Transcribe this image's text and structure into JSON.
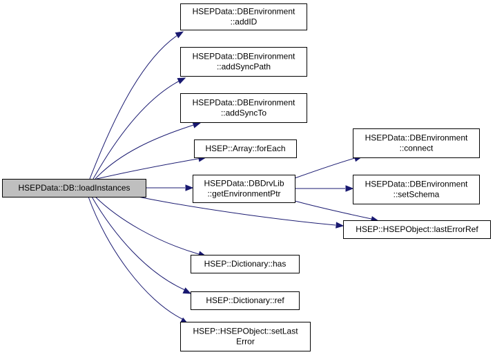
{
  "graph": {
    "root": {
      "label": "HSEPData::DB::loadInstances",
      "fill": "#bfbfbf"
    },
    "nodes": [
      {
        "id": "addID",
        "lines": [
          "HSEPData::DBEnvironment",
          "::addID"
        ]
      },
      {
        "id": "addSyncPath",
        "lines": [
          "HSEPData::DBEnvironment",
          "::addSyncPath"
        ]
      },
      {
        "id": "addSyncTo",
        "lines": [
          "HSEPData::DBEnvironment",
          "::addSyncTo"
        ]
      },
      {
        "id": "forEach",
        "lines": [
          "HSEP::Array::forEach"
        ]
      },
      {
        "id": "getEnvironmentPtr",
        "lines": [
          "HSEPData::DBDrvLib",
          "::getEnvironmentPtr"
        ]
      },
      {
        "id": "connect",
        "lines": [
          "HSEPData::DBEnvironment",
          "::connect"
        ]
      },
      {
        "id": "setSchema",
        "lines": [
          "HSEPData::DBEnvironment",
          "::setSchema"
        ]
      },
      {
        "id": "lastErrorRef",
        "lines": [
          "HSEP::HSEPObject::lastErrorRef"
        ]
      },
      {
        "id": "has",
        "lines": [
          "HSEP::Dictionary::has"
        ]
      },
      {
        "id": "ref",
        "lines": [
          "HSEP::Dictionary::ref"
        ]
      },
      {
        "id": "setLastError",
        "lines": [
          "HSEP::HSEPObject::setLast",
          "Error"
        ]
      }
    ],
    "edges": [
      {
        "from": "root",
        "to": "addID"
      },
      {
        "from": "root",
        "to": "addSyncPath"
      },
      {
        "from": "root",
        "to": "addSyncTo"
      },
      {
        "from": "root",
        "to": "forEach"
      },
      {
        "from": "root",
        "to": "getEnvironmentPtr"
      },
      {
        "from": "root",
        "to": "lastErrorRef"
      },
      {
        "from": "root",
        "to": "has"
      },
      {
        "from": "root",
        "to": "ref"
      },
      {
        "from": "root",
        "to": "setLastError"
      },
      {
        "from": "getEnvironmentPtr",
        "to": "connect"
      },
      {
        "from": "getEnvironmentPtr",
        "to": "setSchema"
      },
      {
        "from": "getEnvironmentPtr",
        "to": "lastErrorRef"
      }
    ],
    "colors": {
      "edge": "#191970",
      "node_border": "#000000",
      "node_fill": "#ffffff",
      "root_fill": "#bfbfbf",
      "background": "#ffffff"
    }
  }
}
